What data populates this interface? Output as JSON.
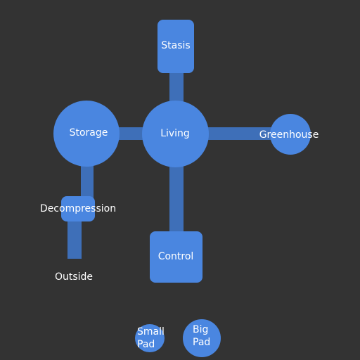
{
  "modules": {
    "stasis": "Stasis",
    "storage": "Storage",
    "living": "Living",
    "greenhouse": "Greenhouse",
    "decompression": "Decompression",
    "outside": "Outside",
    "control": "Control",
    "small_pad": "Small\nPad",
    "big_pad": "Big\nPad"
  },
  "colors": {
    "background": "#333333",
    "module": "#4a86e0",
    "corridor": "#3e6fb8",
    "text": "#ffffff"
  }
}
